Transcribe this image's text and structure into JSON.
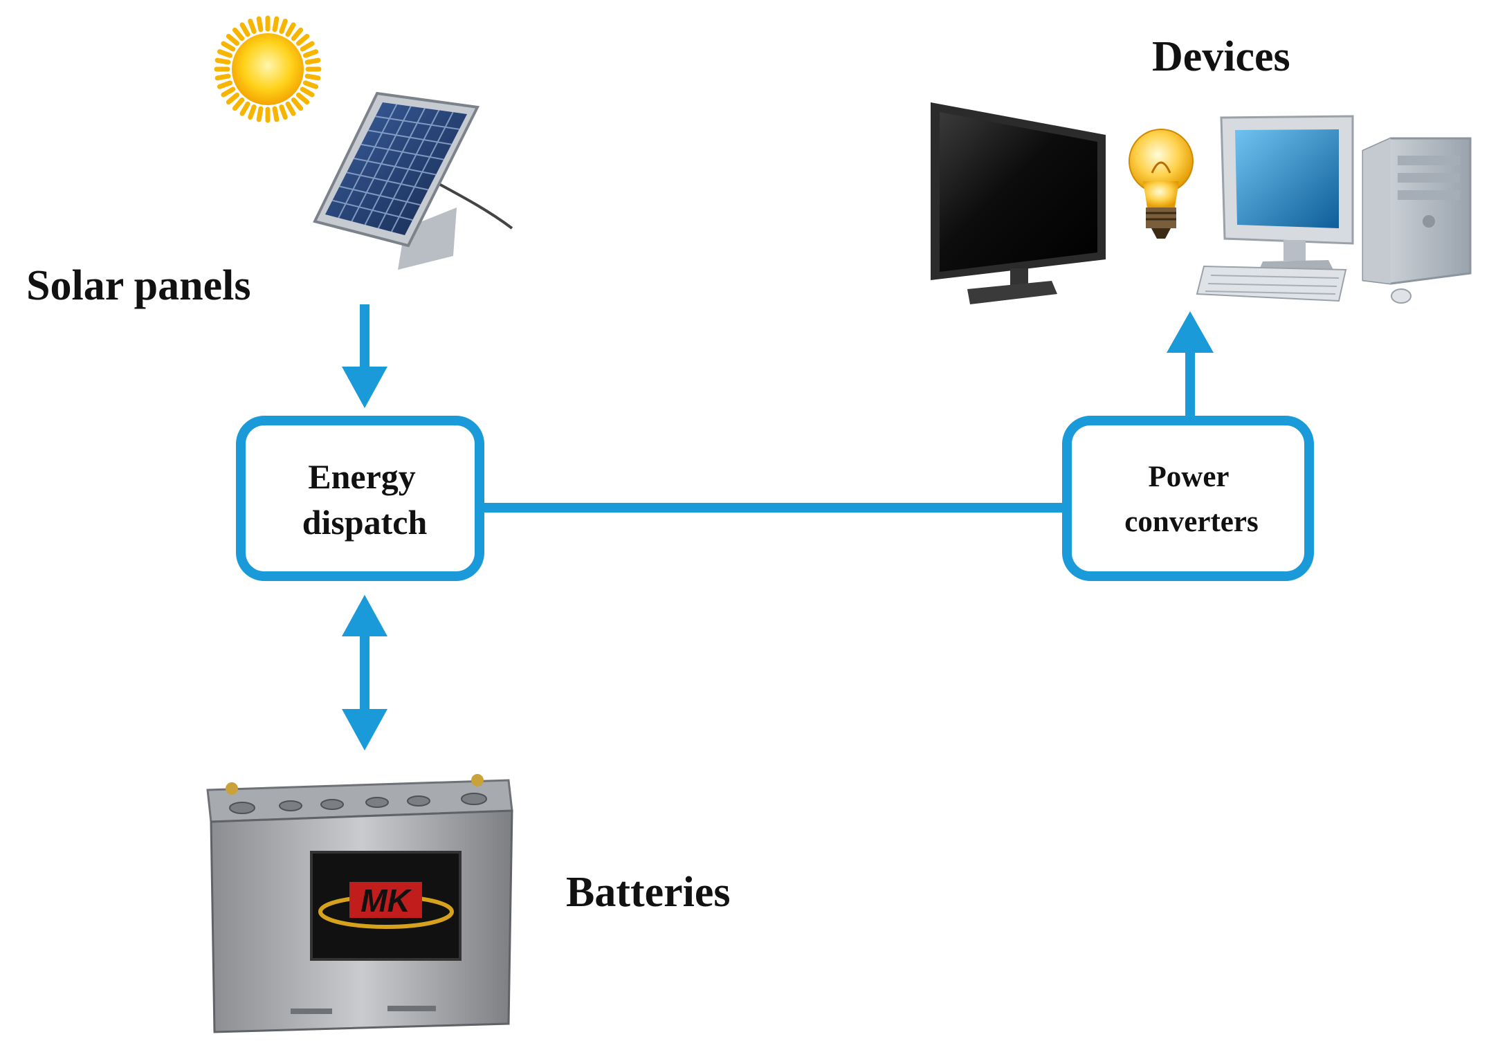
{
  "labels": {
    "solar_panels": "Solar panels",
    "devices": "Devices",
    "batteries": "Batteries"
  },
  "boxes": {
    "energy_dispatch": {
      "line1": "Energy",
      "line2": "dispatch"
    },
    "power_converters": {
      "line1": "Power",
      "line2": "converters"
    }
  },
  "battery": {
    "brand_text": "MK"
  },
  "icons": [
    "sun-icon",
    "solar-panel-icon",
    "monitor-icon",
    "light-bulb-icon",
    "desktop-computer-icon",
    "battery-icon"
  ],
  "colors": {
    "flow_blue": "#1a9ad9",
    "box_fill": "#ffffff",
    "text": "#111111"
  }
}
